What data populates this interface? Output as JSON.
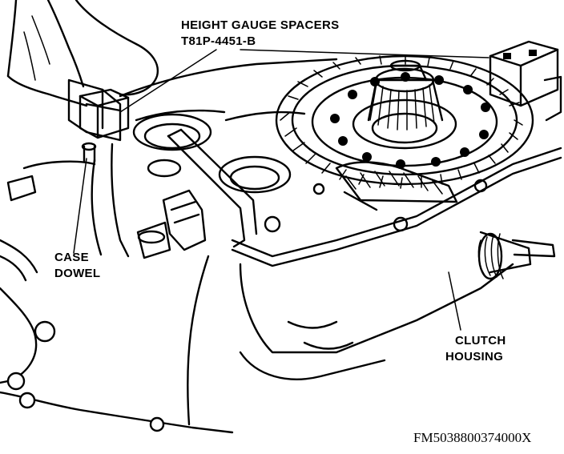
{
  "labels": {
    "spacers_line1": "HEIGHT GAUGE SPACERS",
    "spacers_line2": "T81P-4451-B",
    "dowel_line1": "CASE",
    "dowel_line2": "DOWEL",
    "clutch_line1": "CLUTCH",
    "clutch_line2": "HOUSING"
  },
  "figure_id": "FM5038800374000X"
}
